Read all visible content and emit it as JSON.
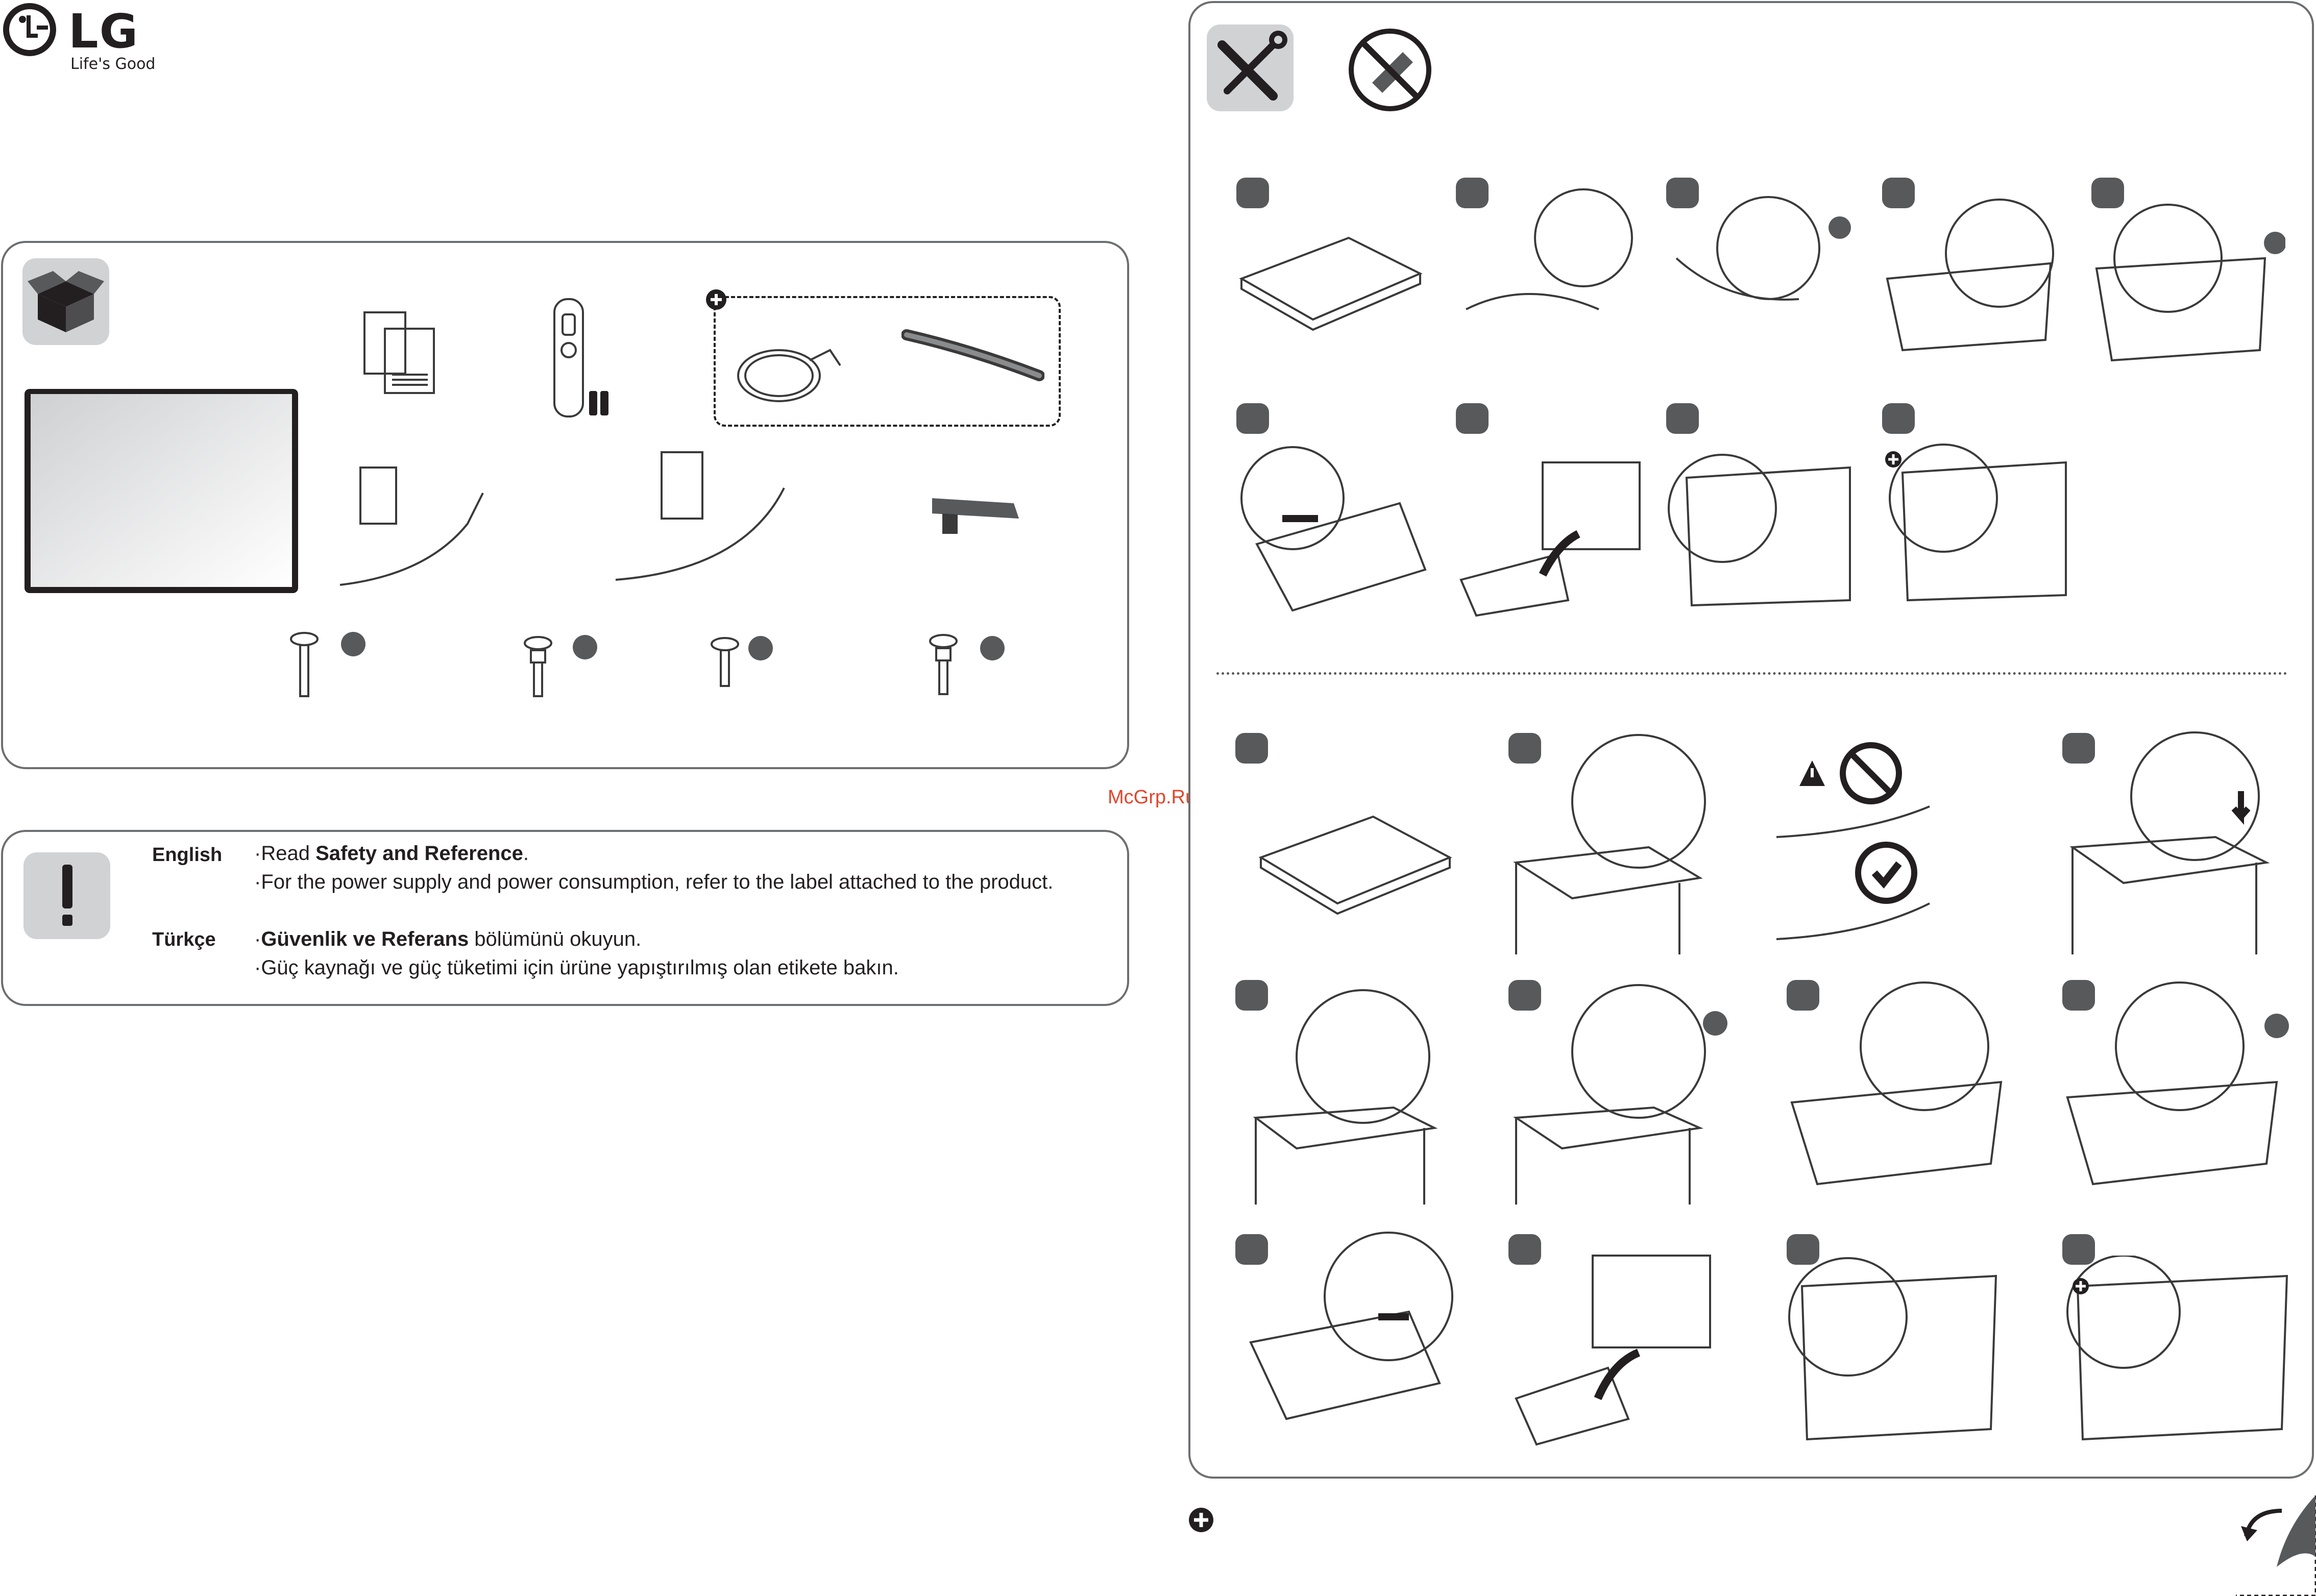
{
  "brand": {
    "logo_text": "LG",
    "tagline": "Life's Good"
  },
  "notice": {
    "entries": [
      {
        "language": "English",
        "lines": [
          {
            "prefix": "·Read ",
            "bold": "Safety and Reference",
            "suffix": "."
          },
          {
            "prefix": "·For the power supply and power consumption,  refer to the label attached to the product.",
            "bold": "",
            "suffix": ""
          }
        ]
      },
      {
        "language": "Türkçe",
        "lines": [
          {
            "prefix": "·",
            "bold": "Güvenlik ve Referans",
            "suffix": " bölümünü okuyun."
          },
          {
            "prefix": "·Güç kaynağı ve güç tüketimi için ürüne yapıştırılmış  olan etikete bakın.",
            "bold": "",
            "suffix": ""
          }
        ]
      }
    ]
  },
  "watermark": "McGrp.Ru",
  "icons": {
    "contents": "open-box-icon",
    "notice": "exclamation-icon",
    "tools": "screwdriver-wrench-icon",
    "no_tools": "no-tools-icon",
    "optional": "plus-circle-icon",
    "page_turn": "page-curl-icon"
  },
  "colors": {
    "border": "#6d6e71",
    "icon_bg": "#d1d2d4",
    "badge": "#58595b",
    "text": "#231f20",
    "watermark": "#e0462d"
  }
}
